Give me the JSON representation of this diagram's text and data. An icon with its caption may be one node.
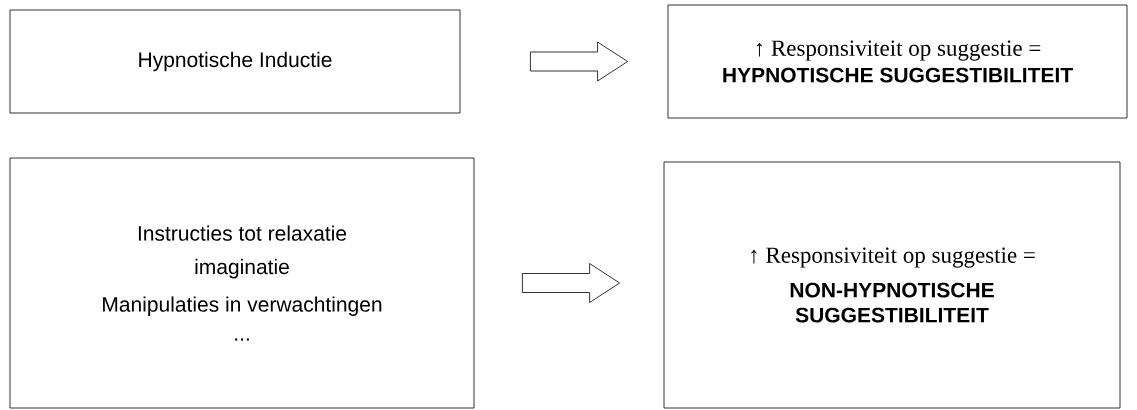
{
  "diagram": {
    "nodes": [
      {
        "text": [
          "Hypnotische Inductie"
        ]
      },
      {
        "text": [
          "↑ Responsiviteit op suggestie =",
          "HYPNOTISCHE SUGGESTIBILITEIT"
        ]
      },
      {
        "text": [
          "Instructies tot relaxatie",
          "imaginatie",
          "Manipulaties in verwachtingen",
          "..."
        ]
      },
      {
        "text": [
          "↑ Responsiviteit op suggestie =",
          "NON-HYPNOTISCHE SUGGESTIBILITEIT"
        ]
      }
    ],
    "edges": [
      {
        "from": 0,
        "to": 1,
        "arrow": "to"
      },
      {
        "from": 2,
        "to": 3,
        "arrow": "to"
      }
    ]
  }
}
